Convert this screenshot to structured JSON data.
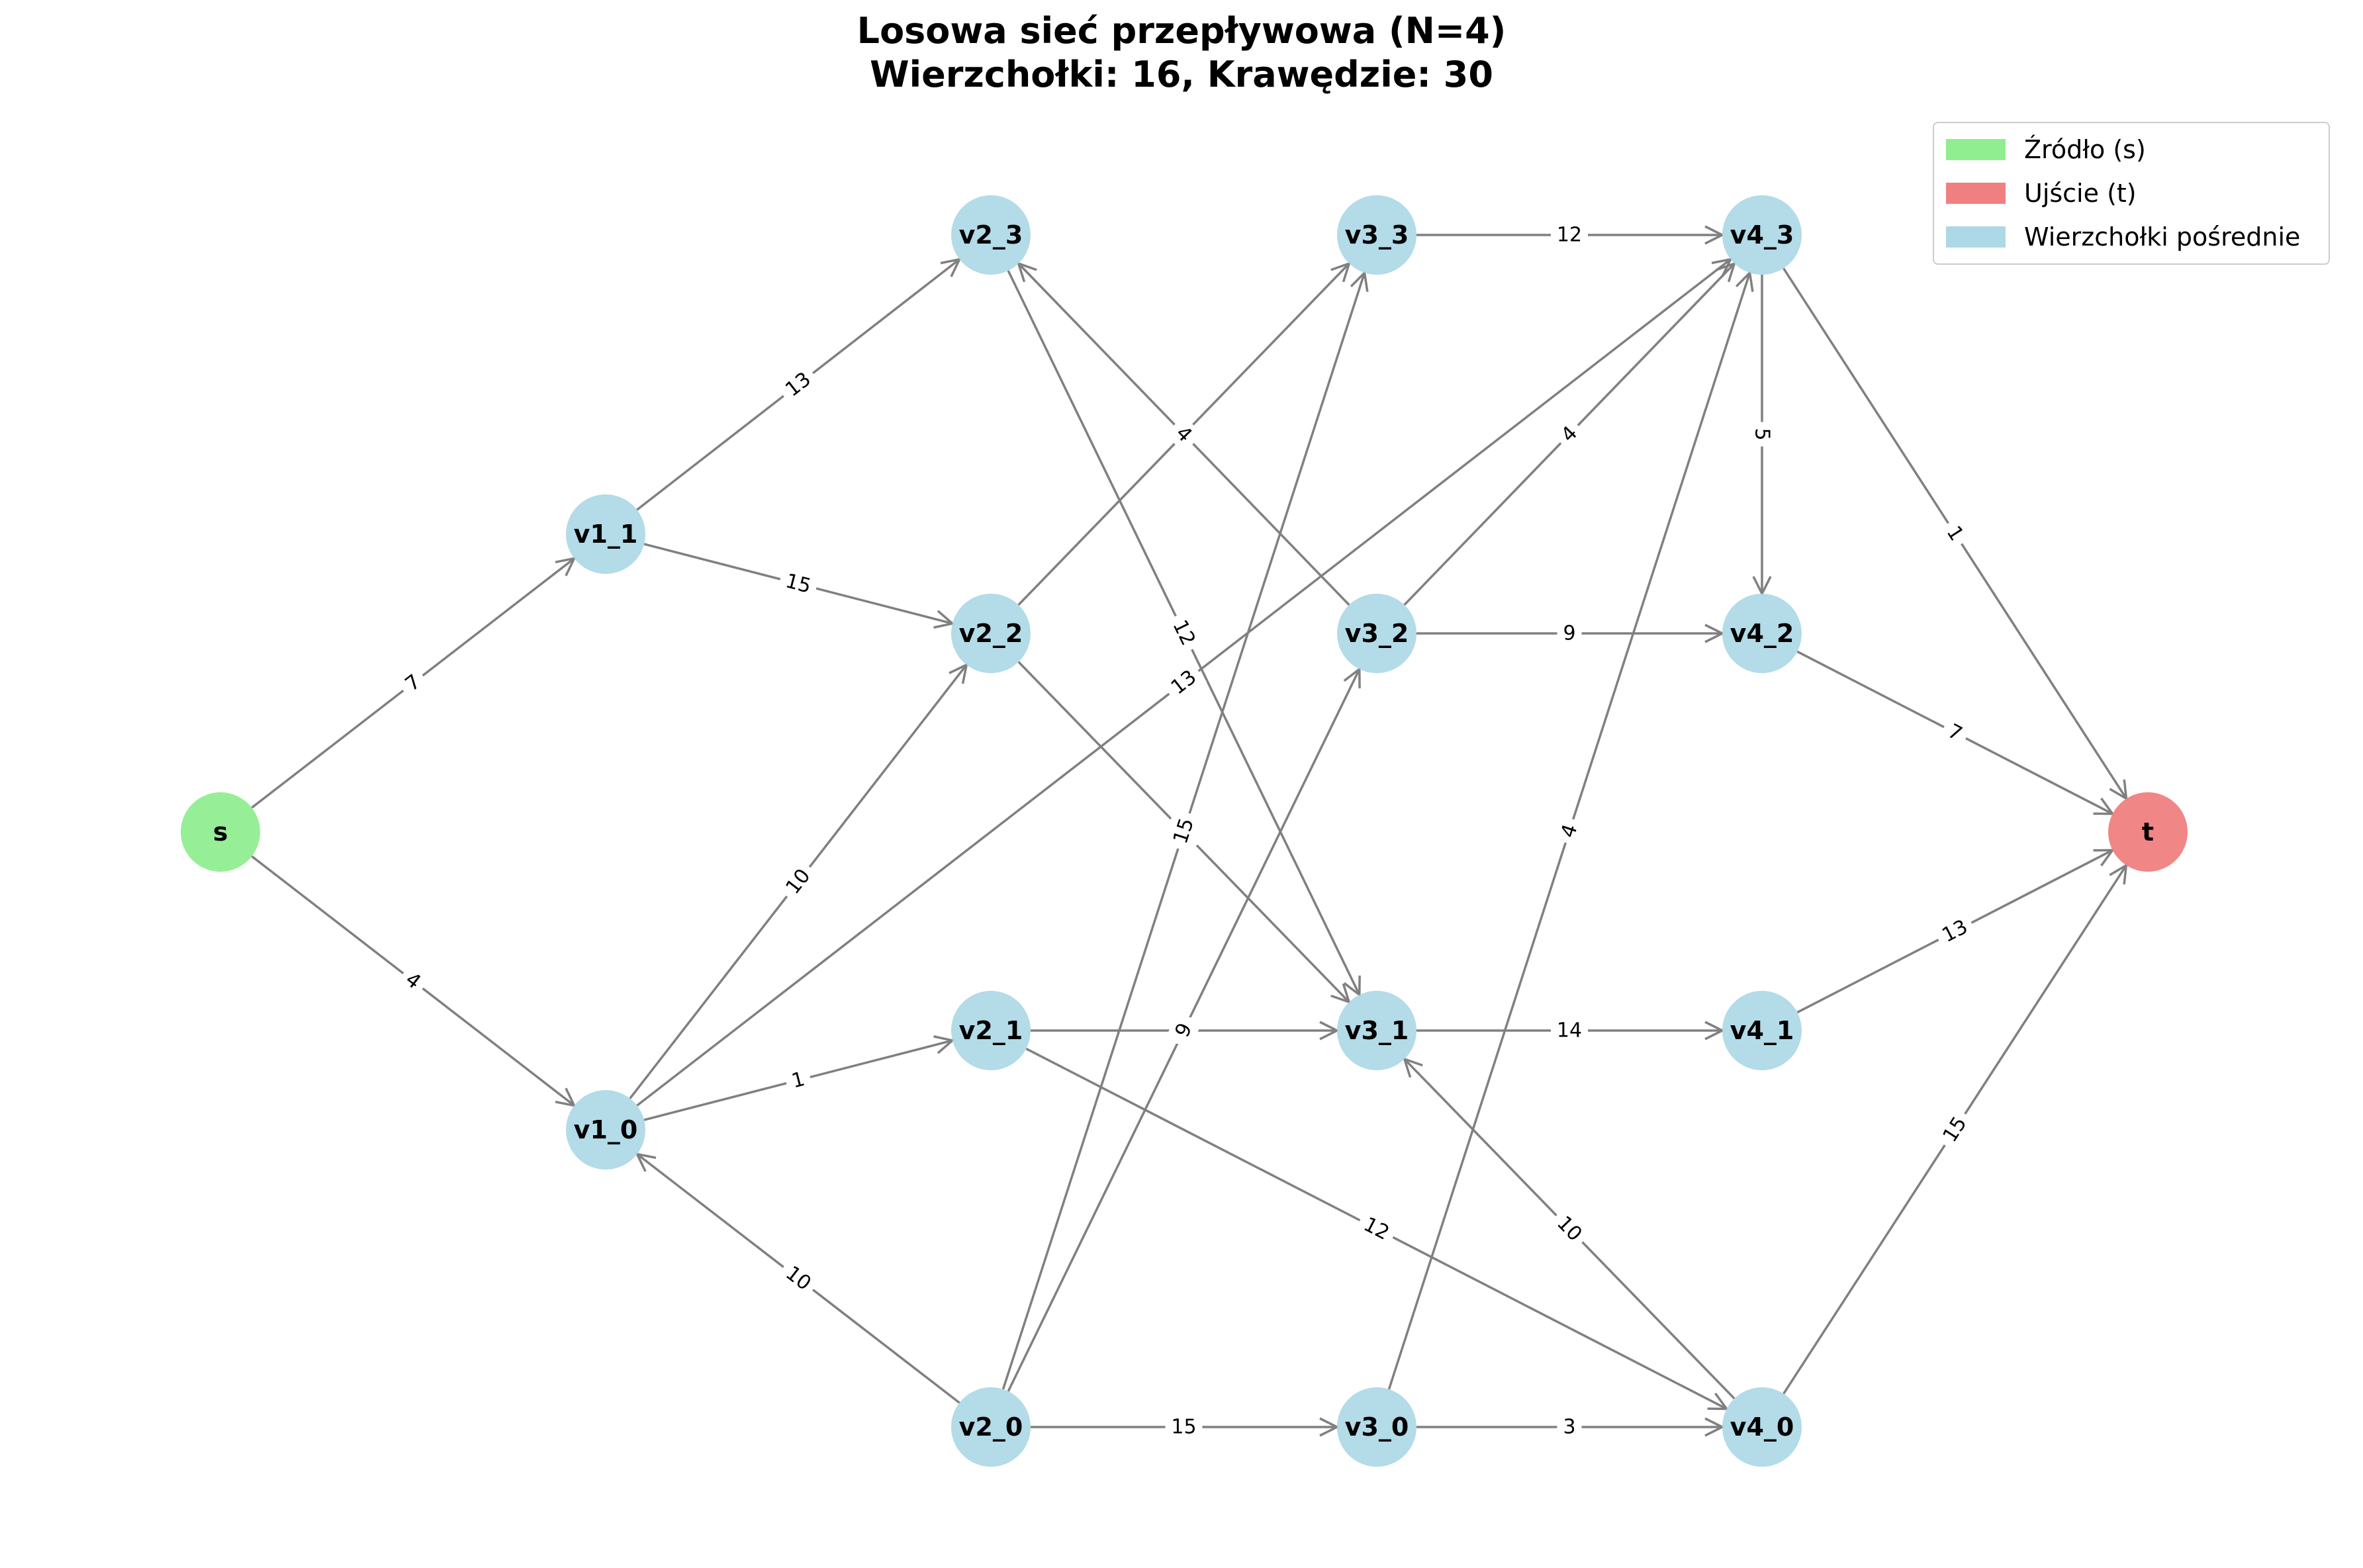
{
  "title_line1": "Losowa sieć przepływowa (N=4)",
  "title_line2": "Wierzchołki: 16, Krawędzie: 30",
  "legend": [
    {
      "label": "Źródło (s)",
      "color": "#90ee90"
    },
    {
      "label": "Ujście (t)",
      "color": "#f08080"
    },
    {
      "label": "Wierzchołki pośrednie",
      "color": "#add8e6"
    }
  ],
  "colors": {
    "source": "#90ee90",
    "sink": "#f08080",
    "intermediate": "#add8e6",
    "edge": "#808080"
  },
  "nodes": [
    {
      "id": "s",
      "label": "s",
      "type": "source"
    },
    {
      "id": "v1_0",
      "label": "v1_0",
      "type": "intermediate"
    },
    {
      "id": "v1_1",
      "label": "v1_1",
      "type": "intermediate"
    },
    {
      "id": "v2_0",
      "label": "v2_0",
      "type": "intermediate"
    },
    {
      "id": "v2_1",
      "label": "v2_1",
      "type": "intermediate"
    },
    {
      "id": "v2_2",
      "label": "v2_2",
      "type": "intermediate"
    },
    {
      "id": "v2_3",
      "label": "v2_3",
      "type": "intermediate"
    },
    {
      "id": "v3_0",
      "label": "v3_0",
      "type": "intermediate"
    },
    {
      "id": "v3_1",
      "label": "v3_1",
      "type": "intermediate"
    },
    {
      "id": "v3_2",
      "label": "v3_2",
      "type": "intermediate"
    },
    {
      "id": "v3_3",
      "label": "v3_3",
      "type": "intermediate"
    },
    {
      "id": "v4_0",
      "label": "v4_0",
      "type": "intermediate"
    },
    {
      "id": "v4_1",
      "label": "v4_1",
      "type": "intermediate"
    },
    {
      "id": "v4_2",
      "label": "v4_2",
      "type": "intermediate"
    },
    {
      "id": "v4_3",
      "label": "v4_3",
      "type": "intermediate"
    },
    {
      "id": "t",
      "label": "t",
      "type": "sink"
    }
  ],
  "edges": [
    {
      "from": "s",
      "to": "v1_1",
      "capacity": "7"
    },
    {
      "from": "s",
      "to": "v1_0",
      "capacity": "4"
    },
    {
      "from": "v1_1",
      "to": "v2_3",
      "capacity": "13"
    },
    {
      "from": "v1_1",
      "to": "v2_2",
      "capacity": "15"
    },
    {
      "from": "v1_0",
      "to": "v2_1",
      "capacity": "1"
    },
    {
      "from": "v1_0",
      "to": "v2_2",
      "capacity": "10"
    },
    {
      "from": "v1_0",
      "to": "v4_3",
      "capacity": "13"
    },
    {
      "from": "v2_0",
      "to": "v1_0",
      "capacity": "10"
    },
    {
      "from": "v2_2",
      "to": "v3_3",
      "capacity": "4"
    },
    {
      "from": "v2_2",
      "to": "v3_1",
      "capacity": "15"
    },
    {
      "from": "v3_2",
      "to": "v2_3",
      "capacity": "4"
    },
    {
      "from": "v2_3",
      "to": "v3_1",
      "capacity": "12"
    },
    {
      "from": "v2_1",
      "to": "v3_1",
      "capacity": "9"
    },
    {
      "from": "v2_1",
      "to": "v4_0",
      "capacity": "12"
    },
    {
      "from": "v2_0",
      "to": "v3_3",
      "capacity": "15"
    },
    {
      "from": "v2_0",
      "to": "v3_2",
      "capacity": "9"
    },
    {
      "from": "v2_0",
      "to": "v3_0",
      "capacity": "15"
    },
    {
      "from": "v3_3",
      "to": "v4_3",
      "capacity": "12"
    },
    {
      "from": "v3_2",
      "to": "v4_3",
      "capacity": "4"
    },
    {
      "from": "v3_2",
      "to": "v4_2",
      "capacity": "9"
    },
    {
      "from": "v3_1",
      "to": "v4_1",
      "capacity": "14"
    },
    {
      "from": "v4_0",
      "to": "v3_1",
      "capacity": "10"
    },
    {
      "from": "v3_0",
      "to": "v4_3",
      "capacity": "4"
    },
    {
      "from": "v3_0",
      "to": "v4_0",
      "capacity": "3"
    },
    {
      "from": "v4_3",
      "to": "v4_2",
      "capacity": "5"
    },
    {
      "from": "v4_3",
      "to": "t",
      "capacity": "1"
    },
    {
      "from": "v4_2",
      "to": "t",
      "capacity": "7"
    },
    {
      "from": "v4_1",
      "to": "t",
      "capacity": "13"
    },
    {
      "from": "v4_0",
      "to": "t",
      "capacity": "15"
    }
  ]
}
